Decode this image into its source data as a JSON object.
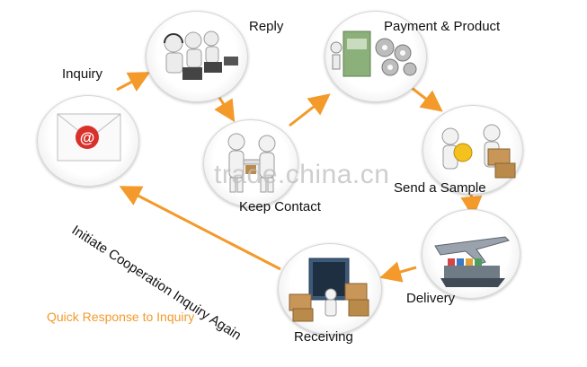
{
  "nodes": {
    "inquiry": "Inquiry",
    "reply": "Reply",
    "payment": "Payment & Product",
    "sample": "Send a Sample",
    "delivery": "Delivery",
    "receiving": "Receiving",
    "keep_contact": "Keep Contact"
  },
  "loop_label": "Initiate Cooperation Inquiry Again",
  "footer": "Quick Response to Inquiry",
  "watermark": "trade.china.cn",
  "colors": {
    "arrow": "#f39a2b",
    "footer_text": "#f39a2b",
    "envelope_at": "#d9302a"
  },
  "icons": {
    "inquiry": "email-envelope-icon",
    "reply": "call-center-icon",
    "payment": "money-gears-icon",
    "keep_contact": "handshake-figures-icon",
    "sample": "sample-box-icon",
    "delivery": "airplane-ship-icon",
    "receiving": "container-boxes-icon"
  }
}
